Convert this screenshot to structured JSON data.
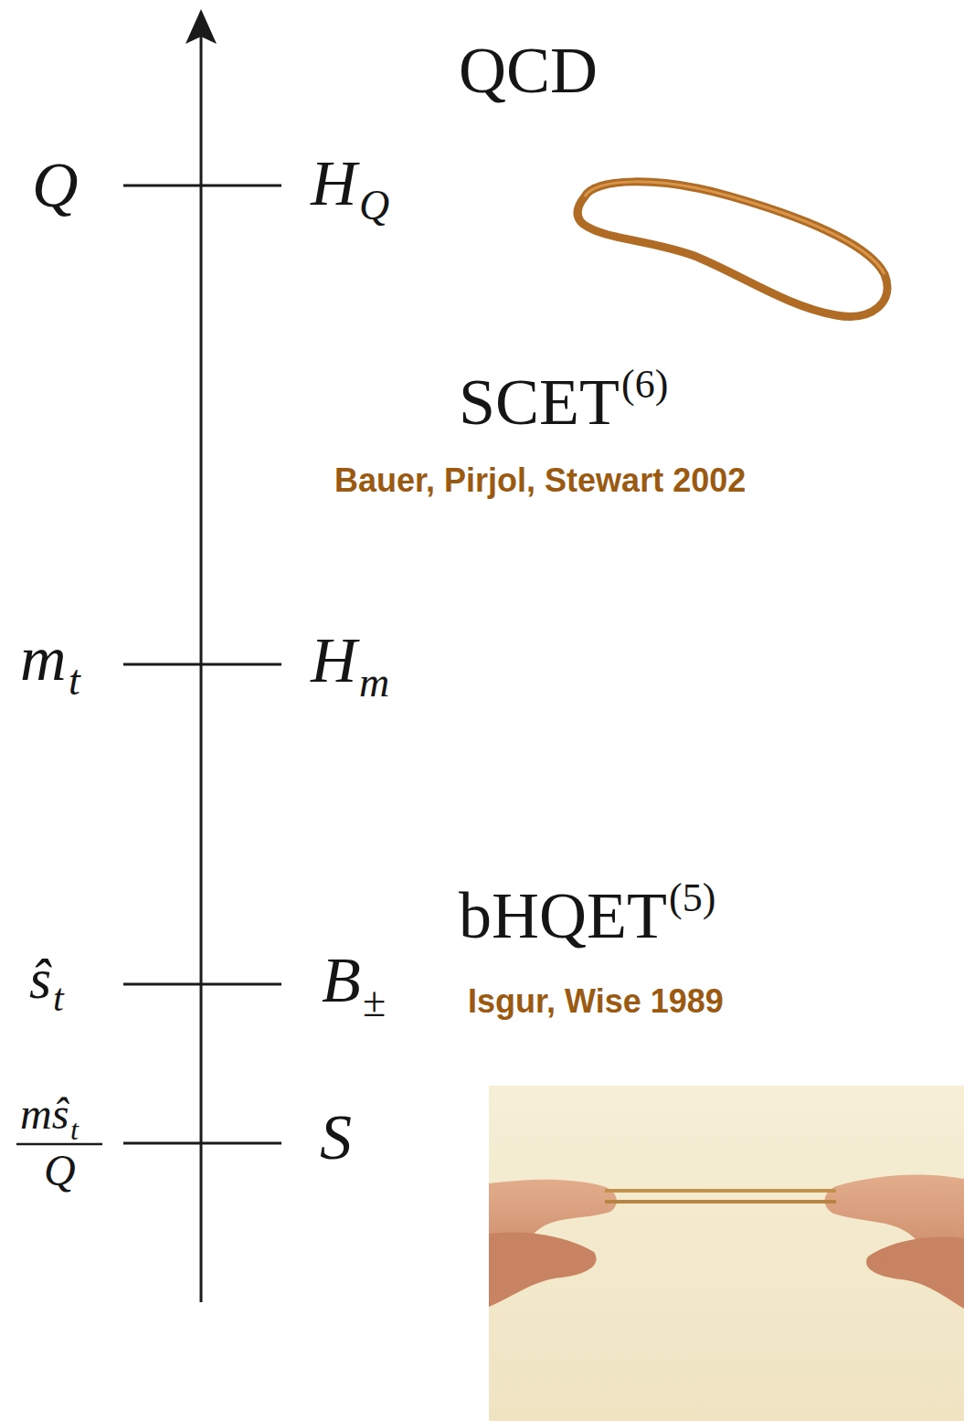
{
  "diagram": {
    "labels": [
      "QCD",
      "SCET",
      "(6)",
      "Bauer, Pirjol, Stewart 2002",
      "bHQET",
      "(5)",
      "Isgur, Wise 1989",
      "Q",
      "H",
      "Q",
      "m",
      "t",
      "H",
      "m",
      "ŝ",
      "t",
      "B",
      "±",
      "mŝ",
      "t",
      "Q",
      "S"
    ]
  }
}
